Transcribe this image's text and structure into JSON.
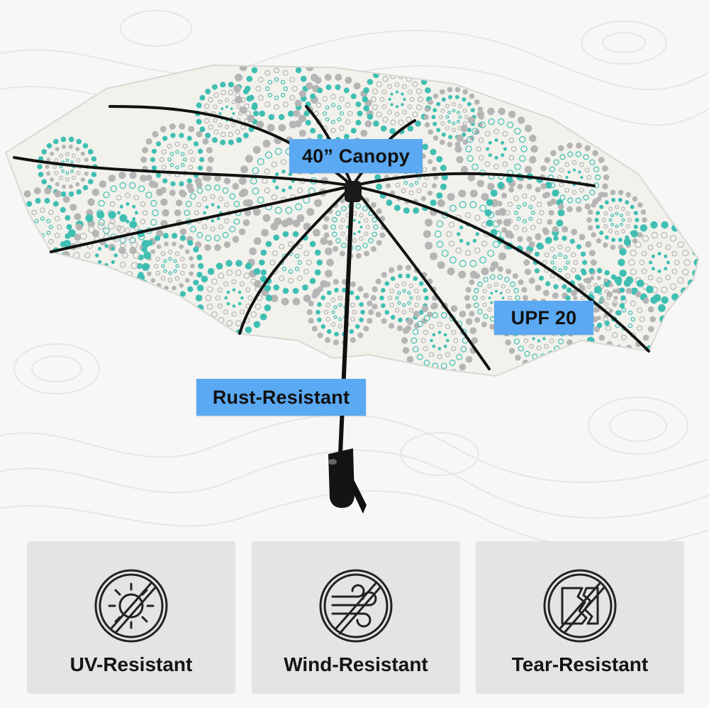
{
  "callouts": {
    "canopy": "40” Canopy",
    "upf": "UPF 20",
    "rust": "Rust-Resistant"
  },
  "features": [
    {
      "label": "UV-Resistant",
      "icon": "no-sun-icon"
    },
    {
      "label": "Wind-Resistant",
      "icon": "no-wind-icon"
    },
    {
      "label": "Tear-Resistant",
      "icon": "no-tear-icon"
    }
  ],
  "colors": {
    "callout_bg": "#5aa9f2",
    "card_bg": "#e4e4e4",
    "pattern_teal": "#3fbfb2",
    "pattern_gray": "#b5b5b5",
    "canopy_base": "#f2f1ec"
  }
}
